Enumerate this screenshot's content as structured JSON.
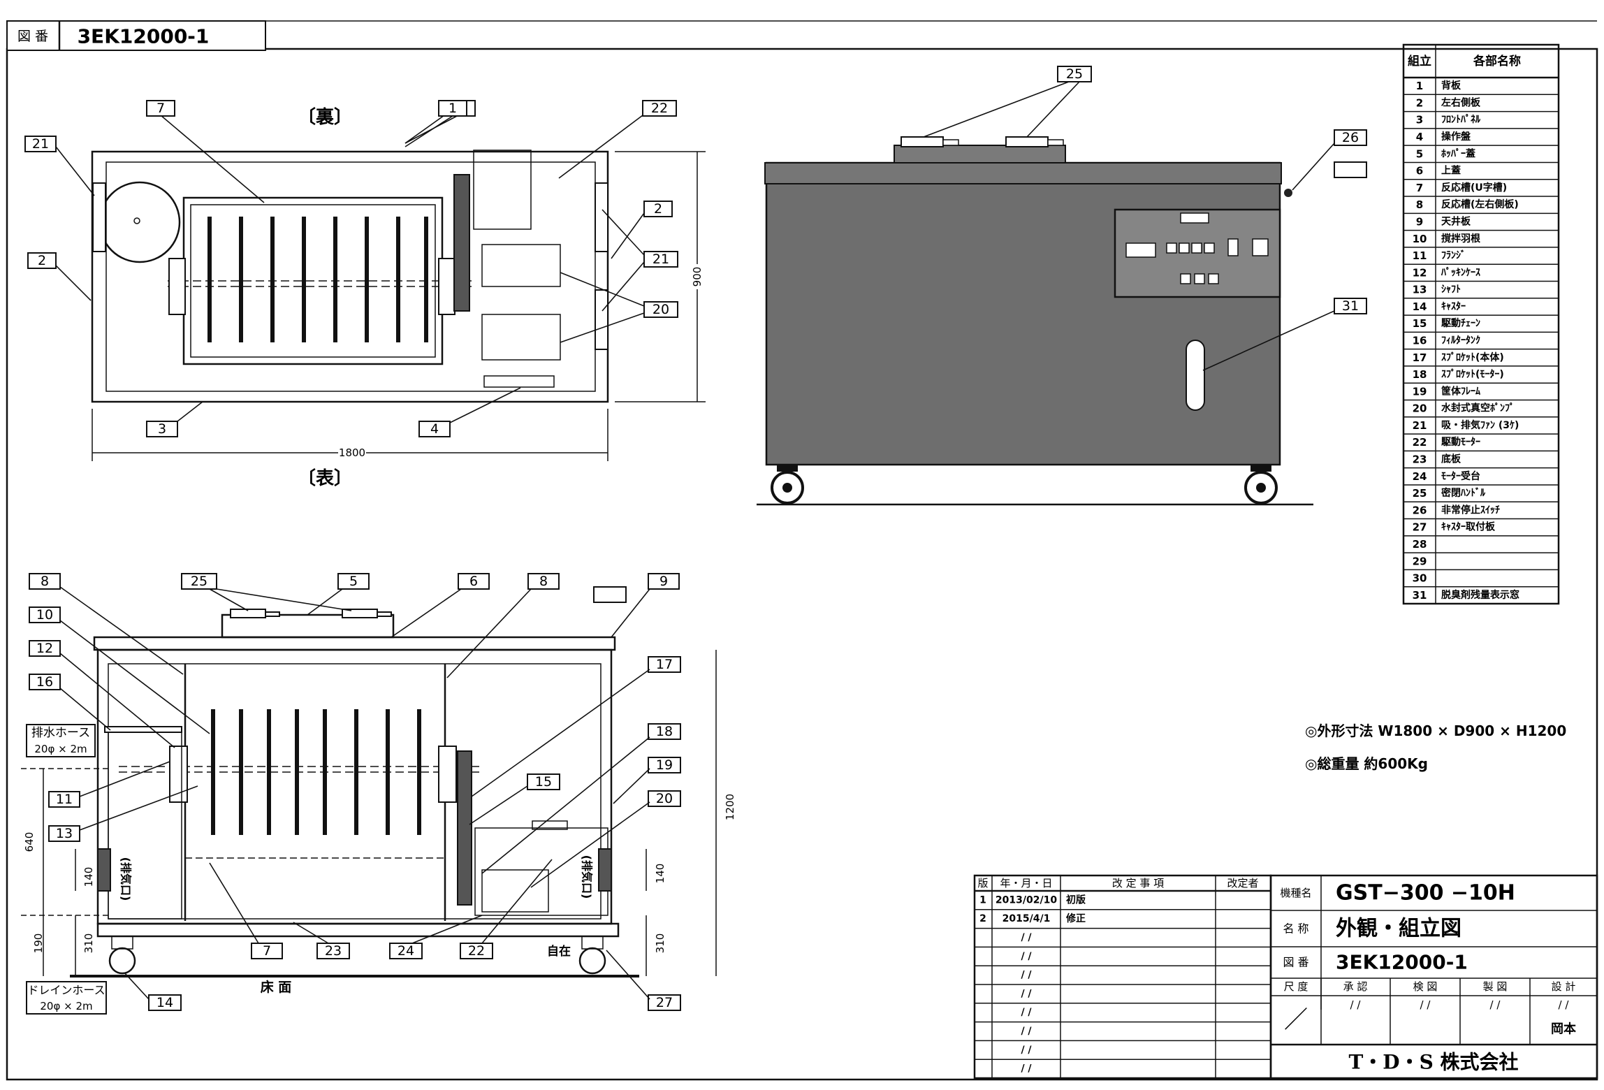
{
  "drawing_number": {
    "label": "図 番",
    "value": "3EK12000-1"
  },
  "plan_view": {
    "back_label": "〔裏〕",
    "front_label": "〔表〕",
    "width_dim": "1800",
    "depth_dim": "900",
    "callouts": [
      "1",
      "2",
      "2",
      "3",
      "4",
      "7",
      "20",
      "21",
      "21",
      "22"
    ]
  },
  "front_view": {
    "callouts": [
      "25",
      "26",
      "31"
    ]
  },
  "side_view": {
    "drain_hose_top": "排水ホース",
    "drain_hose_top_size": "20φ × 2m",
    "drain_hose_bottom": "ドレインホース",
    "drain_hose_bottom_size": "20φ × 2m",
    "exhaust_left": "(排気口)",
    "exhaust_right": "(排気口)",
    "floor": "床 面",
    "caster_free": "自在",
    "dims": [
      "640",
      "140",
      "190",
      "310",
      "1200",
      "140",
      "310"
    ],
    "callouts": [
      "8",
      "10",
      "12",
      "16",
      "11",
      "13",
      "25",
      "5",
      "6",
      "8",
      "9",
      "17",
      "18",
      "19",
      "15",
      "20",
      "7",
      "23",
      "24",
      "22",
      "14",
      "27"
    ]
  },
  "parts_table": {
    "header_no": "組立",
    "header_name": "各部名称",
    "rows": [
      {
        "no": "1",
        "name": "背板"
      },
      {
        "no": "2",
        "name": "左右側板"
      },
      {
        "no": "3",
        "name": "ﾌﾛﾝﾄﾊﾟﾈﾙ"
      },
      {
        "no": "4",
        "name": "操作盤"
      },
      {
        "no": "5",
        "name": "ﾎｯﾊﾟｰ蓋"
      },
      {
        "no": "6",
        "name": "上蓋"
      },
      {
        "no": "7",
        "name": "反応槽(U字槽)"
      },
      {
        "no": "8",
        "name": "反応槽(左右側板)"
      },
      {
        "no": "9",
        "name": "天井板"
      },
      {
        "no": "10",
        "name": "撹拌羽根"
      },
      {
        "no": "11",
        "name": "ﾌﾗﾝｼﾞ"
      },
      {
        "no": "12",
        "name": "ﾊﾟｯｷﾝｹｰｽ"
      },
      {
        "no": "13",
        "name": "ｼｬﾌﾄ"
      },
      {
        "no": "14",
        "name": "ｷｬｽﾀｰ"
      },
      {
        "no": "15",
        "name": "駆動ﾁｪｰﾝ"
      },
      {
        "no": "16",
        "name": "ﾌｨﾙﾀｰﾀﾝｸ"
      },
      {
        "no": "17",
        "name": "ｽﾌﾟﾛｹｯﾄ(本体)"
      },
      {
        "no": "18",
        "name": "ｽﾌﾟﾛｹｯﾄ(ﾓｰﾀｰ)"
      },
      {
        "no": "19",
        "name": "筐体ﾌﾚｰﾑ"
      },
      {
        "no": "20",
        "name": "水封式真空ﾎﾟﾝﾌﾟ"
      },
      {
        "no": "21",
        "name": "吸・排気ﾌｧﾝ (3ｹ)"
      },
      {
        "no": "22",
        "name": "駆動ﾓｰﾀｰ"
      },
      {
        "no": "23",
        "name": "底板"
      },
      {
        "no": "24",
        "name": "ﾓｰﾀｰ受台"
      },
      {
        "no": "25",
        "name": "密閉ﾊﾝﾄﾞﾙ"
      },
      {
        "no": "26",
        "name": "非常停止ｽｲｯﾁ"
      },
      {
        "no": "27",
        "name": "ｷｬｽﾀｰ取付板"
      },
      {
        "no": "28",
        "name": ""
      },
      {
        "no": "29",
        "name": ""
      },
      {
        "no": "30",
        "name": ""
      },
      {
        "no": "31",
        "name": "脱臭剤残量表示窓"
      }
    ]
  },
  "specs": {
    "dimensions": "◎外形寸法  W1800 × D900 × H1200",
    "weight": "◎総重量  約600Kg"
  },
  "revision_table": {
    "headers": [
      "版",
      "年・月・日",
      "改 定 事 項",
      "改定者"
    ],
    "rows": [
      {
        "rev": "1",
        "date": "2013/02/10",
        "note": "初版"
      },
      {
        "rev": "2",
        "date": "2015/4/1",
        "note": "修正"
      },
      {
        "rev": "",
        "date": "/ /",
        "note": ""
      },
      {
        "rev": "",
        "date": "/ /",
        "note": ""
      },
      {
        "rev": "",
        "date": "/ /",
        "note": ""
      },
      {
        "rev": "",
        "date": "/ /",
        "note": ""
      },
      {
        "rev": "",
        "date": "/ /",
        "note": ""
      },
      {
        "rev": "",
        "date": "/ /",
        "note": ""
      },
      {
        "rev": "",
        "date": "/ /",
        "note": ""
      },
      {
        "rev": "",
        "date": "/ /",
        "note": ""
      }
    ]
  },
  "title_block": {
    "model_label": "機種名",
    "model_value": "GST−300 −10H",
    "name_label": "名 称",
    "name_value": "外観・組立図",
    "dwg_label": "図 番",
    "dwg_value": "3EK12000-1",
    "scale_label": "尺 度",
    "scale_value": "／",
    "approve_label": "承 認",
    "check_label": "検 図",
    "draw_label": "製 図",
    "design_label": "設 計",
    "approve_date": "/ /",
    "check_date": "/ /",
    "draw_date": "/ /",
    "design_date": "/ /",
    "designer": "岡本",
    "company": "T・D・S 株式会社"
  }
}
